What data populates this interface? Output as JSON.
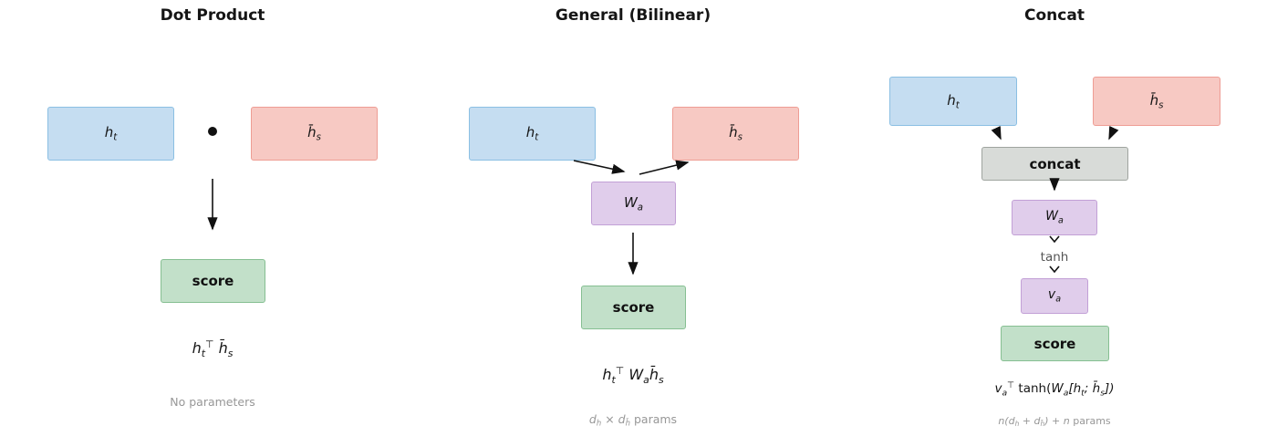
{
  "colors": {
    "box_blue_fill": "#c5ddf1",
    "box_blue_edge": "#8bbfe3",
    "box_red_fill": "#f7c9c3",
    "box_red_edge": "#ee9d94",
    "box_green_fill": "#c2e0c9",
    "box_green_edge": "#86bf92",
    "box_purple_fill": "#e0cdeb",
    "box_purple_edge": "#c2a0d6",
    "box_gray_fill": "#d8dbd8",
    "box_gray_edge": "#9fa49f",
    "arrow": "#111111",
    "params_text": "#979797",
    "tanh_text": "#555555"
  },
  "icons": {
    "dot": "dot-operator-icon",
    "down_arrow": "arrow-down-icon",
    "diagonal_arrow": "arrow-diagonal-icon",
    "chevron": "chevron-down-icon"
  },
  "panel1": {
    "title": "Dot Product",
    "ht_label": [
      {
        "t": "h"
      },
      {
        "t": "t",
        "k": "sub"
      }
    ],
    "hs_label": [
      {
        "t": "h̄"
      },
      {
        "t": "s",
        "k": "sub"
      }
    ],
    "score_label": "score",
    "formula": [
      {
        "t": "h"
      },
      {
        "t": "t",
        "k": "sub"
      },
      {
        "t": "⊤",
        "k": "sup"
      },
      {
        "t": " h̄"
      },
      {
        "t": "s",
        "k": "sub"
      }
    ],
    "params": "No parameters"
  },
  "panel2": {
    "title": "General (Bilinear)",
    "ht_label": [
      {
        "t": "h"
      },
      {
        "t": "t",
        "k": "sub"
      }
    ],
    "hs_label": [
      {
        "t": "h̄"
      },
      {
        "t": "s",
        "k": "sub"
      }
    ],
    "wa_label": [
      {
        "t": "W"
      },
      {
        "t": "a",
        "k": "sub"
      }
    ],
    "score_label": "score",
    "formula": [
      {
        "t": "h"
      },
      {
        "t": "t",
        "k": "sub"
      },
      {
        "t": "⊤",
        "k": "sup"
      },
      {
        "t": " W"
      },
      {
        "t": "a",
        "k": "sub"
      },
      {
        "t": "h̄"
      },
      {
        "t": "s",
        "k": "sub"
      }
    ],
    "params": [
      {
        "t": "d"
      },
      {
        "t": "h",
        "k": "sub"
      },
      {
        "t": " × ",
        "k": "up"
      },
      {
        "t": "d"
      },
      {
        "t": "h̄",
        "k": "sub"
      },
      {
        "t": " params",
        "k": "up"
      }
    ]
  },
  "panel3": {
    "title": "Concat",
    "ht_label": [
      {
        "t": "h"
      },
      {
        "t": "t",
        "k": "sub"
      }
    ],
    "hs_label": [
      {
        "t": "h̄"
      },
      {
        "t": "s",
        "k": "sub"
      }
    ],
    "concat_label": "concat",
    "wa_label": [
      {
        "t": "W"
      },
      {
        "t": "a",
        "k": "sub"
      }
    ],
    "tanh_label": "tanh",
    "va_label": [
      {
        "t": "v"
      },
      {
        "t": "a",
        "k": "sub"
      }
    ],
    "score_label": "score",
    "formula": [
      {
        "t": "v"
      },
      {
        "t": "a",
        "k": "sub"
      },
      {
        "t": "⊤",
        "k": "sup"
      },
      {
        "t": " tanh(",
        "k": "up"
      },
      {
        "t": "W"
      },
      {
        "t": "a",
        "k": "sub"
      },
      {
        "t": "[h"
      },
      {
        "t": "t",
        "k": "sub"
      },
      {
        "t": "; "
      },
      {
        "t": "h̄"
      },
      {
        "t": "s",
        "k": "sub"
      },
      {
        "t": "])"
      }
    ],
    "params": [
      {
        "t": "n(d"
      },
      {
        "t": "h",
        "k": "sub"
      },
      {
        "t": " + d"
      },
      {
        "t": "h̄",
        "k": "sub"
      },
      {
        "t": ") + n"
      },
      {
        "t": " params",
        "k": "up"
      }
    ]
  }
}
